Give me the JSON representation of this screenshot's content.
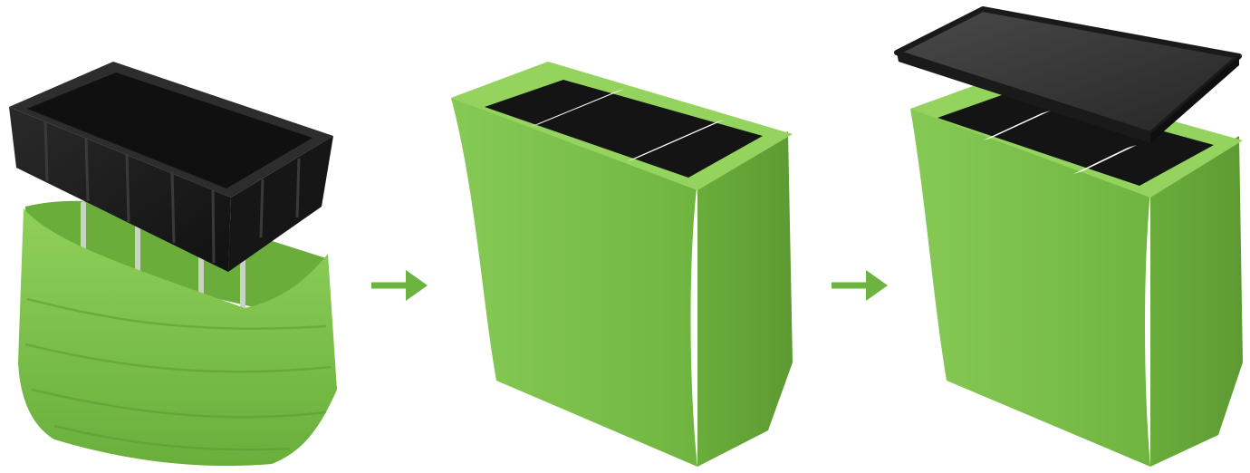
{
  "illustration": {
    "steps": [
      {
        "step": 1,
        "parts": [
          "black-tray",
          "green-fabric-cover",
          "support-rods"
        ]
      },
      {
        "step": 2,
        "parts": [
          "green-counter-box",
          "white-crossbars",
          "black-inner-tray"
        ]
      },
      {
        "step": 3,
        "parts": [
          "black-lid",
          "green-counter-box",
          "white-crossbars"
        ]
      }
    ],
    "arrows": 2,
    "colors": {
      "green": "#7cc04b",
      "green_dark": "#5e9a33",
      "green_light": "#92d05c",
      "black": "#1c1c1c",
      "lid": "#333333",
      "white": "#ffffff",
      "arrow": "#6db33f"
    }
  }
}
